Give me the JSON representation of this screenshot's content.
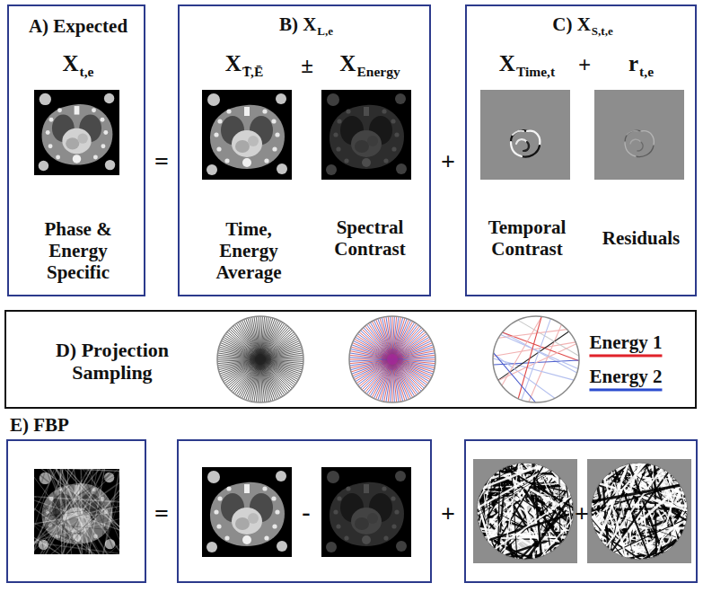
{
  "diagram": {
    "nodes": [
      {
        "text": [
          "A) Expected",
          "X",
          "t,e",
          "Phase & Energy Specific"
        ]
      },
      {
        "text": [
          "B) X",
          "L,e",
          "X",
          "T̄,Ē",
          "±",
          "X",
          "Energy",
          "Time, Energy Average",
          "Spectral Contrast"
        ]
      },
      {
        "text": [
          "C) X",
          "S,t,e",
          "X",
          "Time,t",
          "+",
          "r",
          "t,e",
          "Temporal Contrast",
          "Residuals"
        ]
      },
      {
        "text": [
          "D) Projection Sampling"
        ]
      }
    ],
    "labels": [
      "=",
      "+",
      "E) FBP",
      "=",
      "-",
      "+",
      "+"
    ],
    "legend": [
      {
        "text": "Energy 1"
      },
      {
        "text": "Energy 2"
      }
    ]
  }
}
